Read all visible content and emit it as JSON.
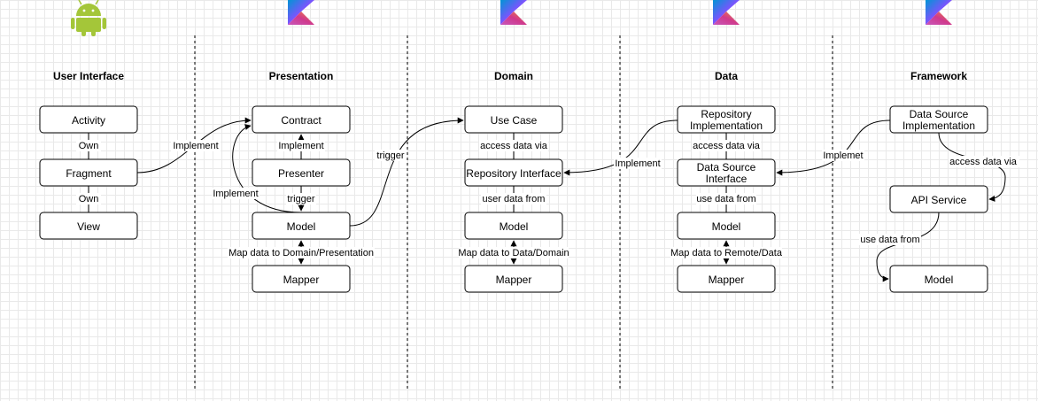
{
  "columns": [
    {
      "id": "ui",
      "title": "User Interface",
      "logo": "android-icon"
    },
    {
      "id": "presentation",
      "title": "Presentation",
      "logo": "kotlin-icon"
    },
    {
      "id": "domain",
      "title": "Domain",
      "logo": "kotlin-icon"
    },
    {
      "id": "data",
      "title": "Data",
      "logo": "kotlin-icon"
    },
    {
      "id": "framework",
      "title": "Framework",
      "logo": "kotlin-icon"
    }
  ],
  "nodes": {
    "ui_activity": "Activity",
    "ui_fragment": "Fragment",
    "ui_view": "View",
    "pres_contract": "Contract",
    "pres_presenter": "Presenter",
    "pres_model": "Model",
    "pres_mapper": "Mapper",
    "dom_usecase": "Use Case",
    "dom_repo_interface": "Repository Interface",
    "dom_model": "Model",
    "dom_mapper": "Mapper",
    "data_repo_impl": [
      "Repository",
      "Implementation"
    ],
    "data_ds_interface": [
      "Data Source",
      "Interface"
    ],
    "data_model": "Model",
    "data_mapper": "Mapper",
    "fw_ds_impl": [
      "Data Source",
      "Implementation"
    ],
    "fw_api_service": "API Service",
    "fw_model": "Model"
  },
  "edge_labels": {
    "ui_own_1": "Own",
    "ui_own_2": "Own",
    "frag_to_contract": "Implement",
    "presenter_implement": "Implement",
    "model_implement": "Implement",
    "presenter_trigger": "trigger",
    "pres_map": "Map data to Domain/Presentation",
    "model_trigger_usecase": "trigger",
    "dom_access": "access data via",
    "dom_user_data": "user data from",
    "dom_map": "Map data to Data/Domain",
    "repo_impl_implement": "Implement",
    "data_access": "access data via",
    "data_use_data": "use data from",
    "data_map": "Map data to Remote/Data",
    "fw_implemet": "Implemet",
    "fw_access": "access data via",
    "fw_use_data": "use data from"
  },
  "colors": {
    "android_green": "#a4c639",
    "kotlin_orange": "#f18e33",
    "kotlin_purple": "#7f52ff",
    "kotlin_blue": "#0095d5",
    "kotlin_pink": "#c757bc"
  }
}
